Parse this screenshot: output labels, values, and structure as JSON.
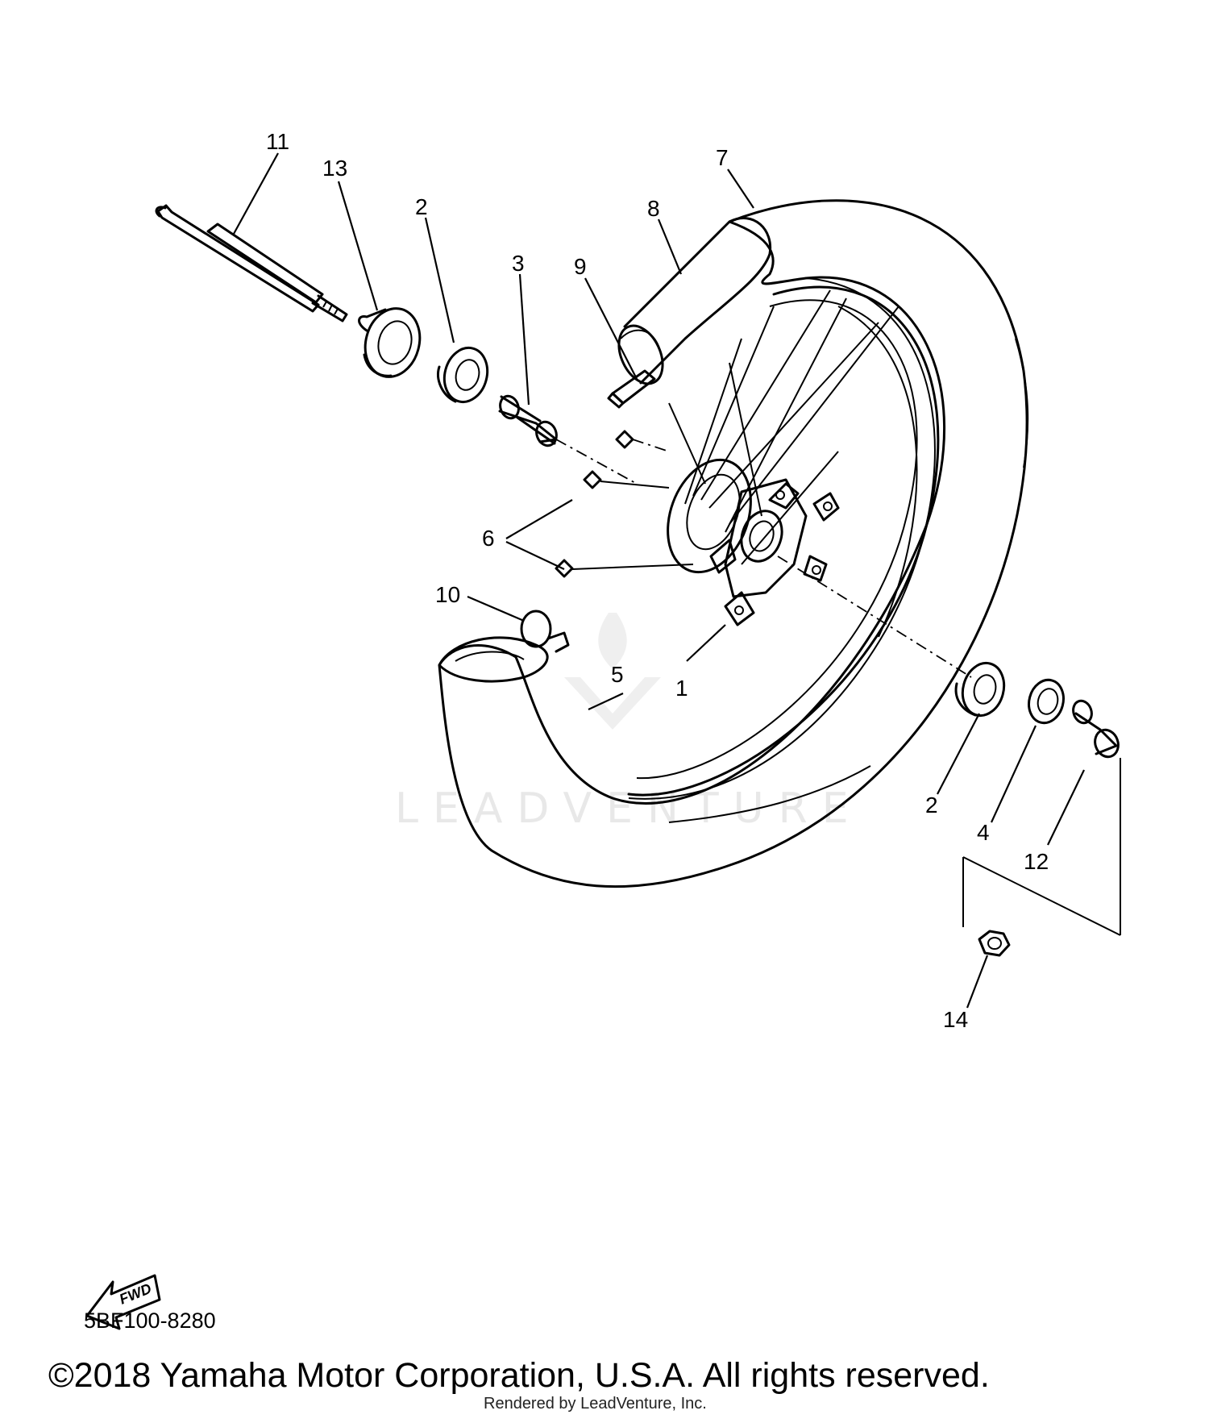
{
  "diagram": {
    "callouts": {
      "c1": "1",
      "c2a": "2",
      "c2b": "2",
      "c3": "3",
      "c4": "4",
      "c5": "5",
      "c6": "6",
      "c7": "7",
      "c8": "8",
      "c9": "9",
      "c10": "10",
      "c11": "11",
      "c12": "12",
      "c13": "13",
      "c14": "14"
    },
    "fwd_label": "FWD",
    "watermark": "LEADVENTURE",
    "part_code": "5BF100-8280",
    "copyright": "©2018 Yamaha Motor Corporation, U.S.A. All rights reserved.",
    "rendered_by": "Rendered by LeadVenture, Inc."
  }
}
